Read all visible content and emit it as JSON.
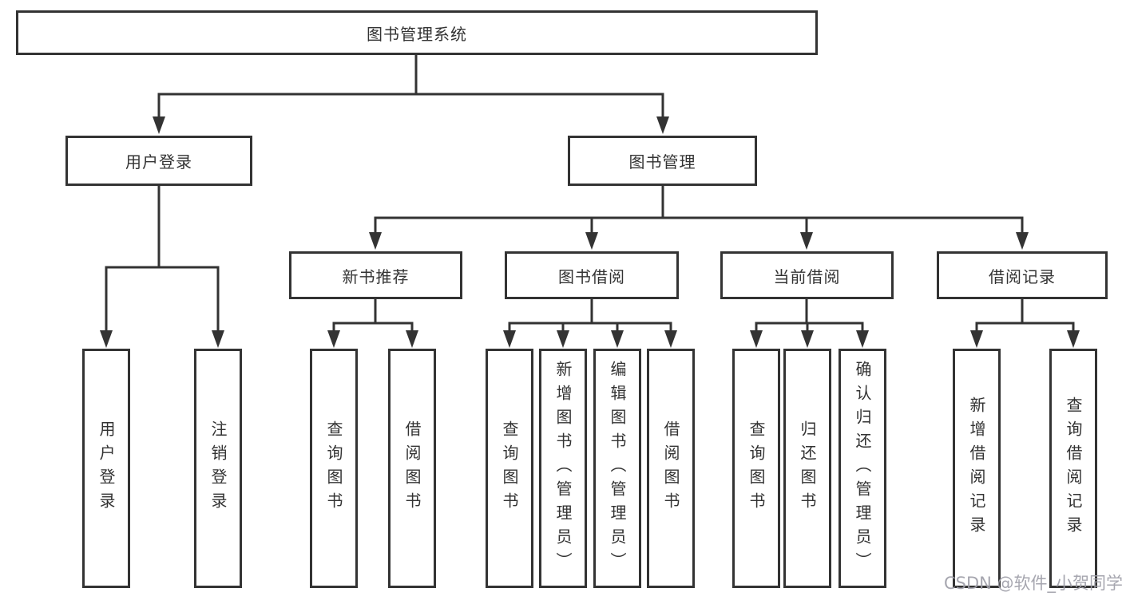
{
  "page": {
    "background": "#ffffff",
    "line_color": "#333333",
    "box_fill": "#ffffff",
    "text_color": "#333333"
  },
  "watermark": {
    "text": "CSDN @软件_小贺同学",
    "color": "#9e9ea8"
  },
  "tree": {
    "root": {
      "label": "图书管理系统"
    },
    "branches": [
      {
        "label": "用户登录",
        "children": [
          {
            "label": "用户登录"
          },
          {
            "label": "注销登录"
          }
        ]
      },
      {
        "label": "图书管理",
        "children": [
          {
            "label": "新书推荐",
            "children": [
              {
                "label": "查询图书"
              },
              {
                "label": "借阅图书"
              }
            ]
          },
          {
            "label": "图书借阅",
            "children": [
              {
                "label": "查询图书"
              },
              {
                "label": "新增图书（管理员）"
              },
              {
                "label": "编辑图书（管理员）"
              },
              {
                "label": "借阅图书"
              }
            ]
          },
          {
            "label": "当前借阅",
            "children": [
              {
                "label": "查询图书"
              },
              {
                "label": "归还图书"
              },
              {
                "label": "确认归还（管理员）"
              }
            ]
          },
          {
            "label": "借阅记录",
            "children": [
              {
                "label": "新增借阅记录"
              },
              {
                "label": "查询借阅记录"
              }
            ]
          }
        ]
      }
    ]
  }
}
